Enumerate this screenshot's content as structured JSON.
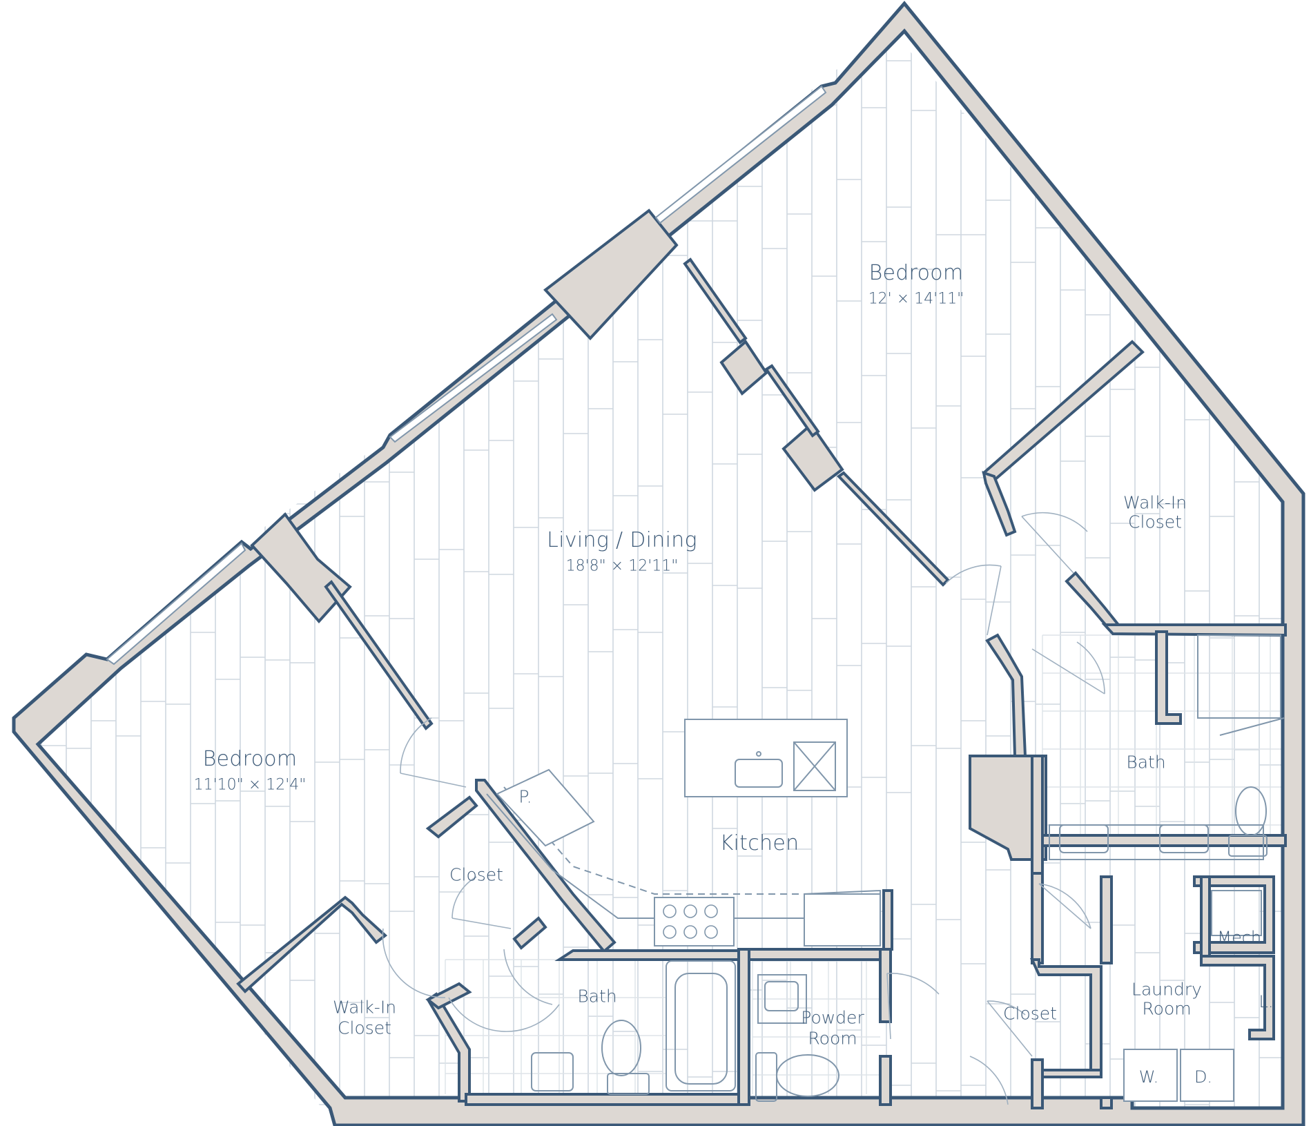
{
  "colors": {
    "wall_fill": "#ddd8d3",
    "wall_stroke": "#3a5877",
    "floor_line": "#cfd7df",
    "fixture": "#8096ab",
    "text": "#3d5a78"
  },
  "rooms": {
    "living": {
      "name": "Living / Dining",
      "dims": "18'8\" × 12'11\""
    },
    "bedroom_top": {
      "name": "Bedroom",
      "dims": "12' × 14'11\""
    },
    "bedroom_left": {
      "name": "Bedroom",
      "dims": "11'10\" × 12'4\""
    },
    "kitchen": {
      "name": "Kitchen"
    },
    "pantry": {
      "name": "P."
    },
    "closet_center": {
      "name": "Closet"
    },
    "bath_center": {
      "name": "Bath"
    },
    "walkin_left": {
      "name_line1": "Walk-In",
      "name_line2": "Closet"
    },
    "walkin_right": {
      "name_line1": "Walk-In",
      "name_line2": "Closet"
    },
    "bath_right": {
      "name": "Bath"
    },
    "powder": {
      "name_line1": "Powder",
      "name_line2": "Room"
    },
    "closet_right": {
      "name": "Closet"
    },
    "laundry": {
      "name_line1": "Laundry",
      "name_line2": "Room"
    },
    "mech": {
      "name": "Mech."
    },
    "linen": {
      "name": "L."
    },
    "washer": {
      "name": "W."
    },
    "dryer": {
      "name": "D."
    }
  }
}
